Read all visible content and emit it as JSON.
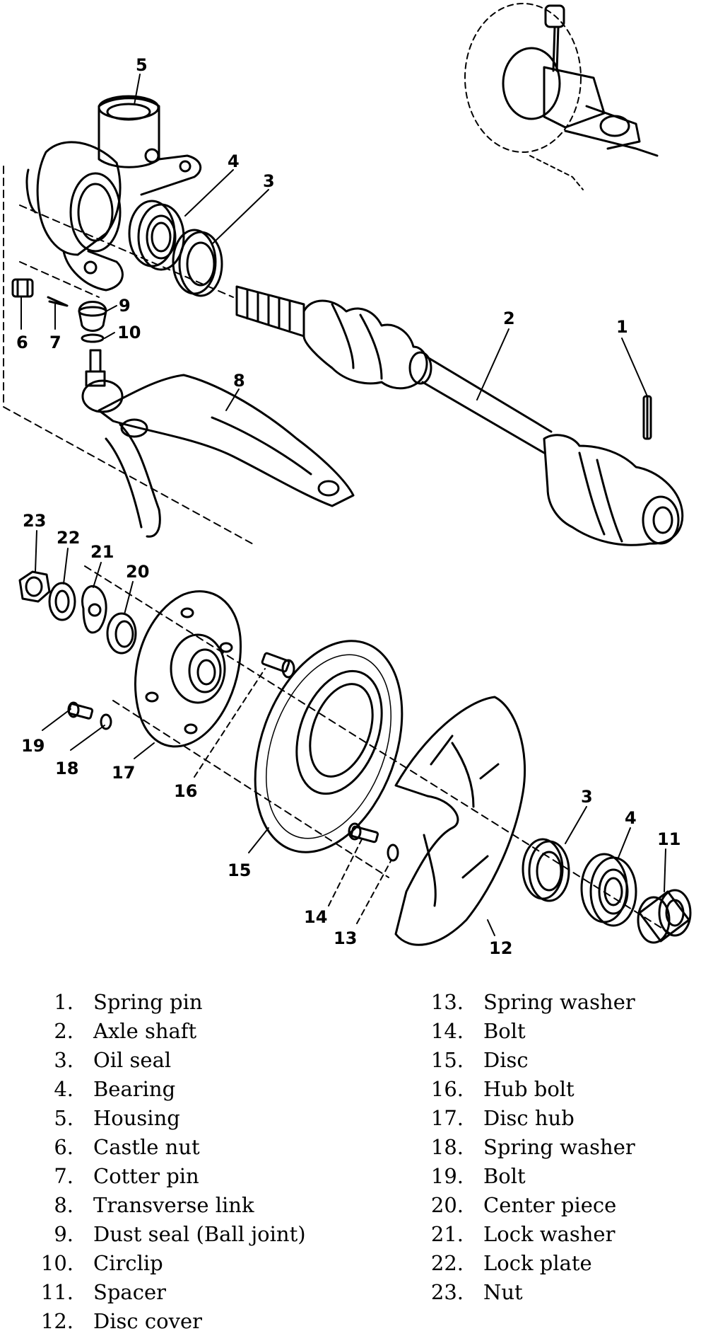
{
  "callouts": {
    "c1": "1",
    "c2": "2",
    "c3a": "3",
    "c3b": "3",
    "c4a": "4",
    "c4b": "4",
    "c5": "5",
    "c6": "6",
    "c7": "7",
    "c8": "8",
    "c9": "9",
    "c10": "10",
    "c11": "11",
    "c12": "12",
    "c13": "13",
    "c14": "14",
    "c15": "15",
    "c16": "16",
    "c17": "17",
    "c18": "18",
    "c19": "19",
    "c20": "20",
    "c21": "21",
    "c22": "22",
    "c23": "23"
  },
  "legend_left": [
    {
      "num": "1.",
      "label": "Spring pin"
    },
    {
      "num": "2.",
      "label": "Axle shaft"
    },
    {
      "num": "3.",
      "label": "Oil seal"
    },
    {
      "num": "4.",
      "label": "Bearing"
    },
    {
      "num": "5.",
      "label": "Housing"
    },
    {
      "num": "6.",
      "label": "Castle nut"
    },
    {
      "num": "7.",
      "label": "Cotter pin"
    },
    {
      "num": "8.",
      "label": "Transverse link"
    },
    {
      "num": "9.",
      "label": "Dust seal (Ball joint)"
    },
    {
      "num": "10.",
      "label": "Circlip"
    },
    {
      "num": "11.",
      "label": "Spacer"
    },
    {
      "num": "12.",
      "label": "Disc cover"
    }
  ],
  "legend_right": [
    {
      "num": "13.",
      "label": "Spring washer"
    },
    {
      "num": "14.",
      "label": "Bolt"
    },
    {
      "num": "15.",
      "label": "Disc"
    },
    {
      "num": "16.",
      "label": "Hub bolt"
    },
    {
      "num": "17.",
      "label": "Disc hub"
    },
    {
      "num": "18.",
      "label": "Spring washer"
    },
    {
      "num": "19.",
      "label": "Bolt"
    },
    {
      "num": "20.",
      "label": "Center piece"
    },
    {
      "num": "21.",
      "label": "Lock washer"
    },
    {
      "num": "22.",
      "label": "Lock plate"
    },
    {
      "num": "23.",
      "label": "Nut"
    }
  ]
}
